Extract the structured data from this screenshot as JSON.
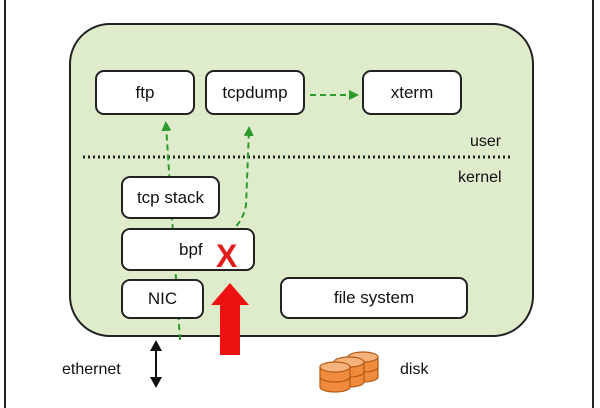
{
  "colors": {
    "kernel_region_fill": "#dfeccc",
    "kernel_region_stroke": "#222222",
    "dashed_arrow": "#2e9a2e",
    "block_arrow": "#ee1111",
    "x_mark": "#e21b1b",
    "disk": "#f08a3c"
  },
  "boxes": {
    "ftp": "ftp",
    "tcpdump": "tcpdump",
    "xterm": "xterm",
    "tcp_stack": "tcp stack",
    "bpf": "bpf",
    "nic": "NIC",
    "file_system": "file system"
  },
  "labels": {
    "user": "user",
    "kernel": "kernel",
    "ethernet": "ethernet",
    "disk": "disk",
    "blocked": "X"
  },
  "icons": {
    "ethernet": "double-arrow-icon",
    "disk": "disk-stack-icon"
  }
}
